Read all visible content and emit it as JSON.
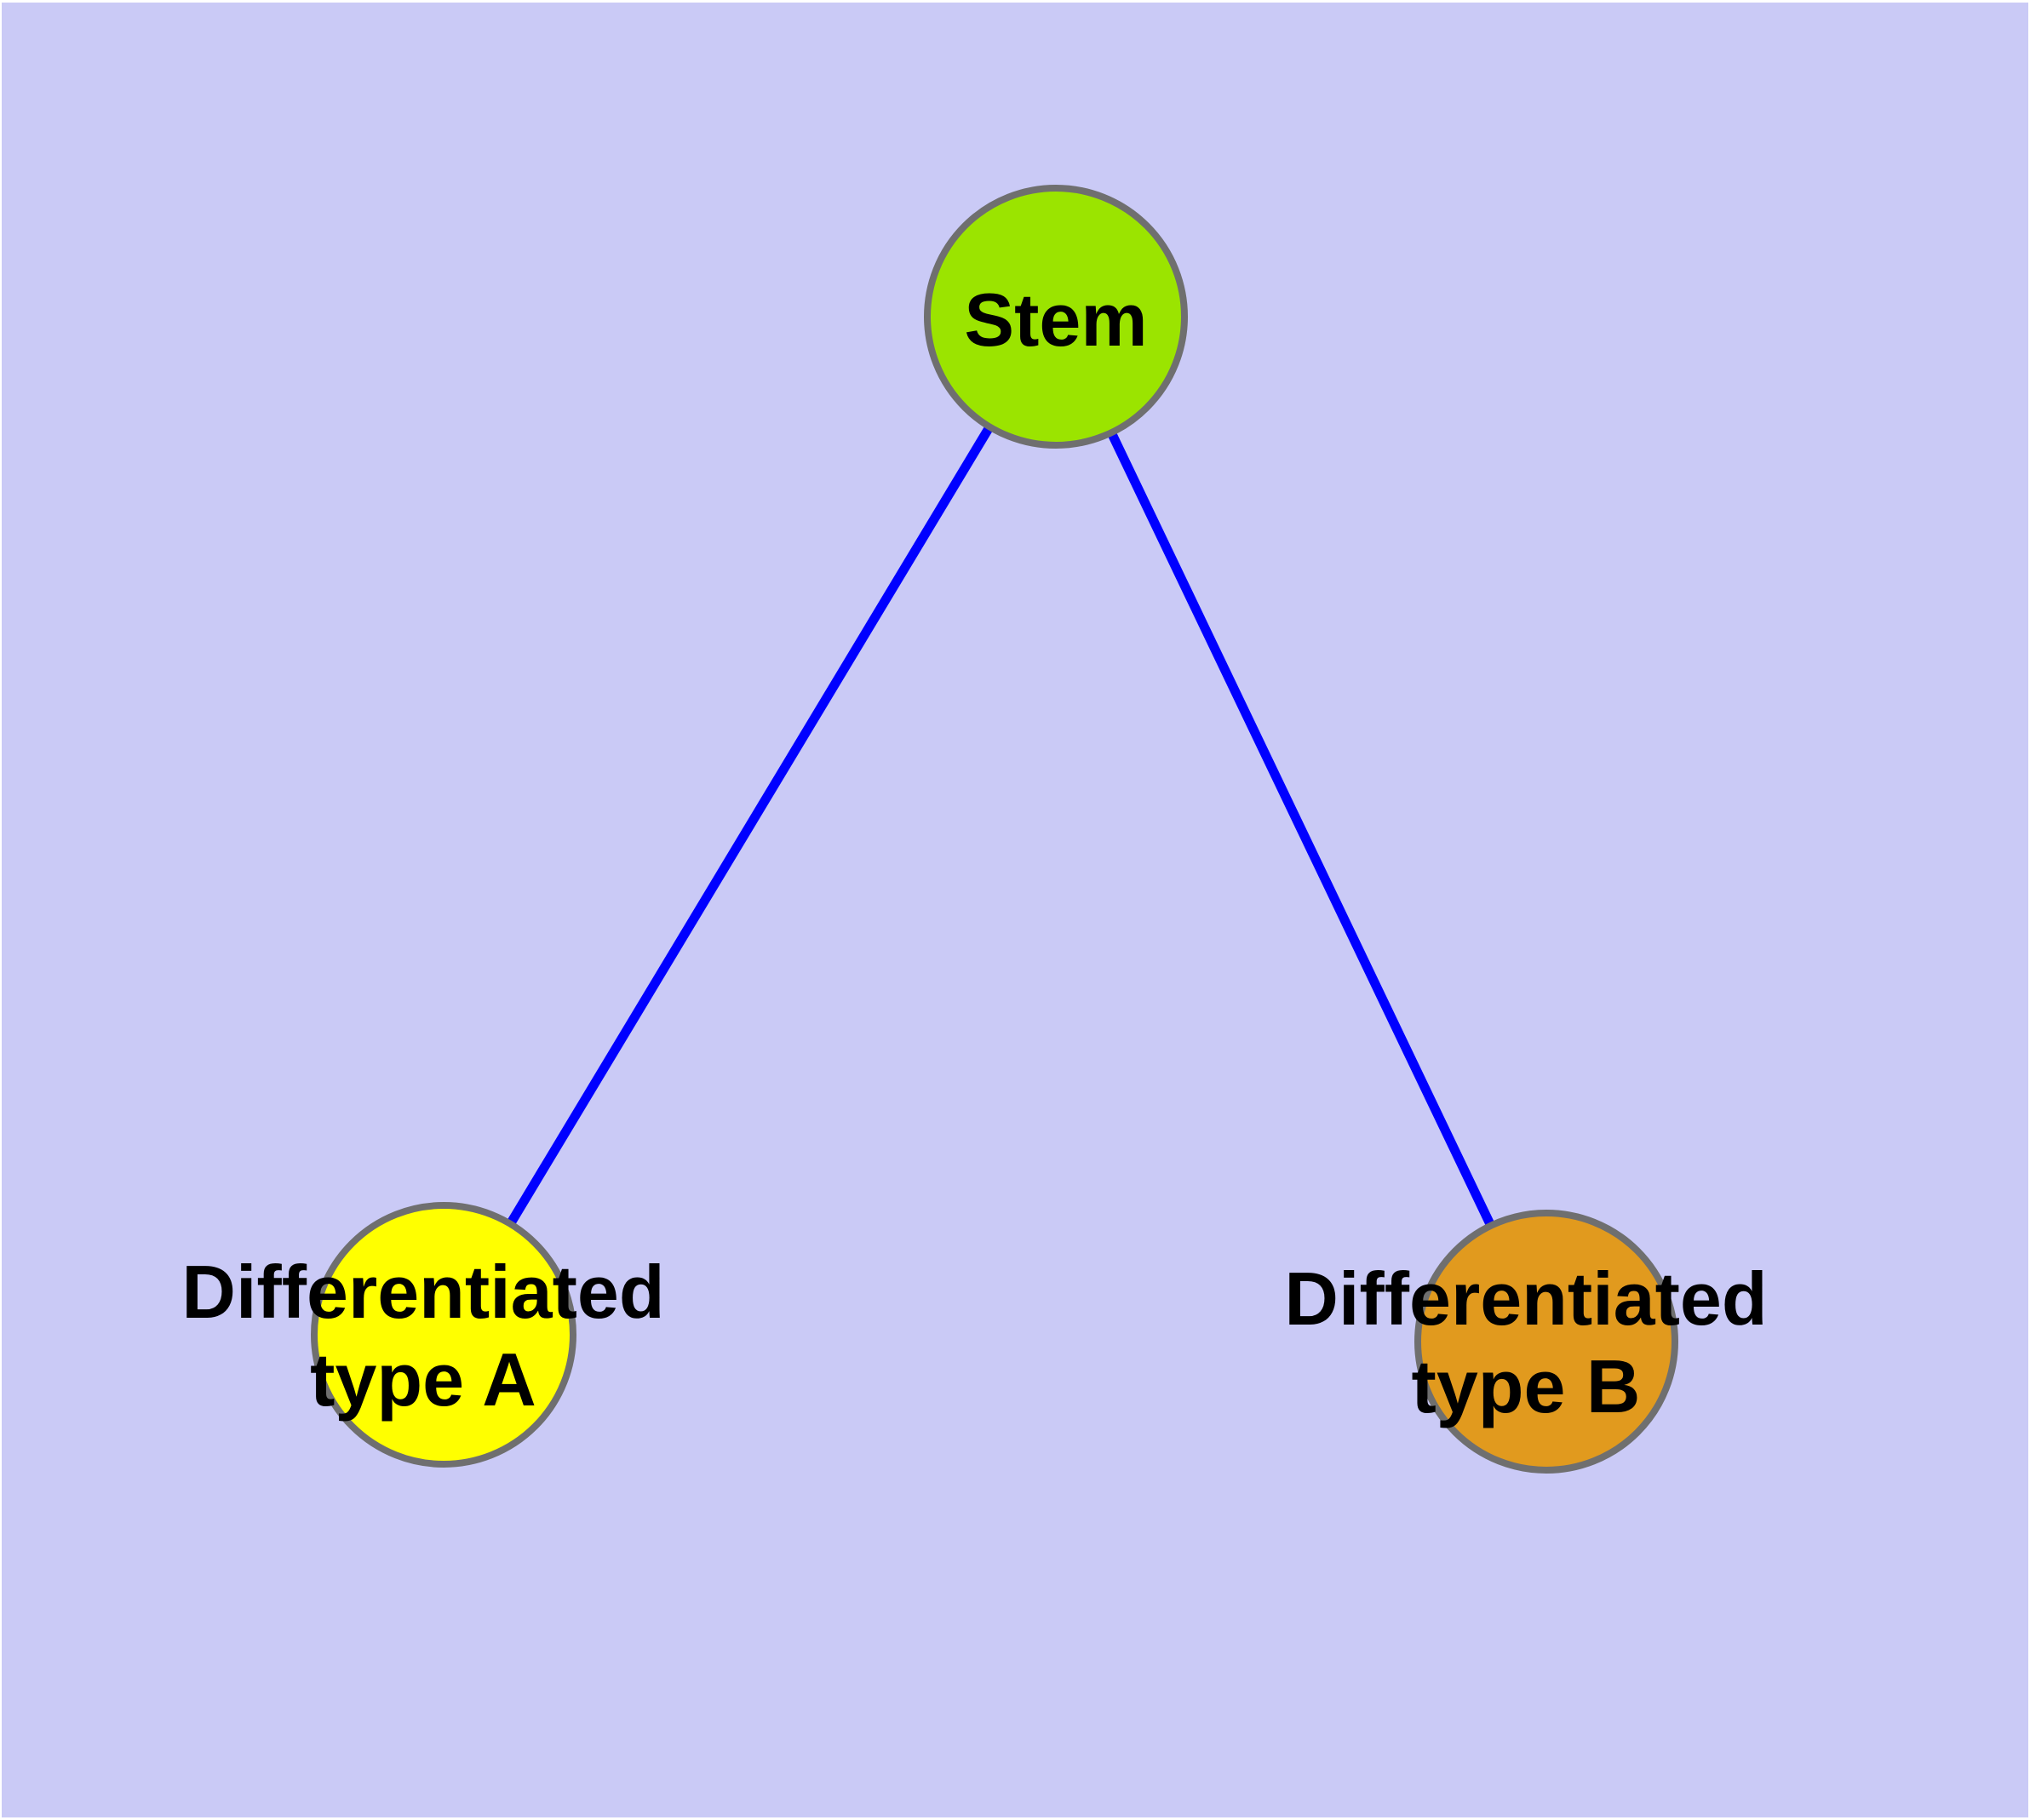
{
  "canvas": {
    "background_color": "#CACAF6",
    "border_color": "#FFFFFF"
  },
  "styles": {
    "edge_color": "#0000FF",
    "node_stroke_color": "#6F6F6F",
    "label_color": "#000000"
  },
  "nodes": {
    "stem": {
      "label_lines": [
        "Stem"
      ],
      "fill": "#9BE400"
    },
    "type_a": {
      "label_lines": [
        "Differentiated",
        "type A"
      ],
      "fill": "#FFFF00"
    },
    "type_b": {
      "label_lines": [
        "Differentiated",
        "type B"
      ],
      "fill": "#E19A1E"
    }
  },
  "edges": [
    {
      "from": "Stem",
      "to": "Differentiated type A"
    },
    {
      "from": "Stem",
      "to": "Differentiated type B"
    }
  ]
}
